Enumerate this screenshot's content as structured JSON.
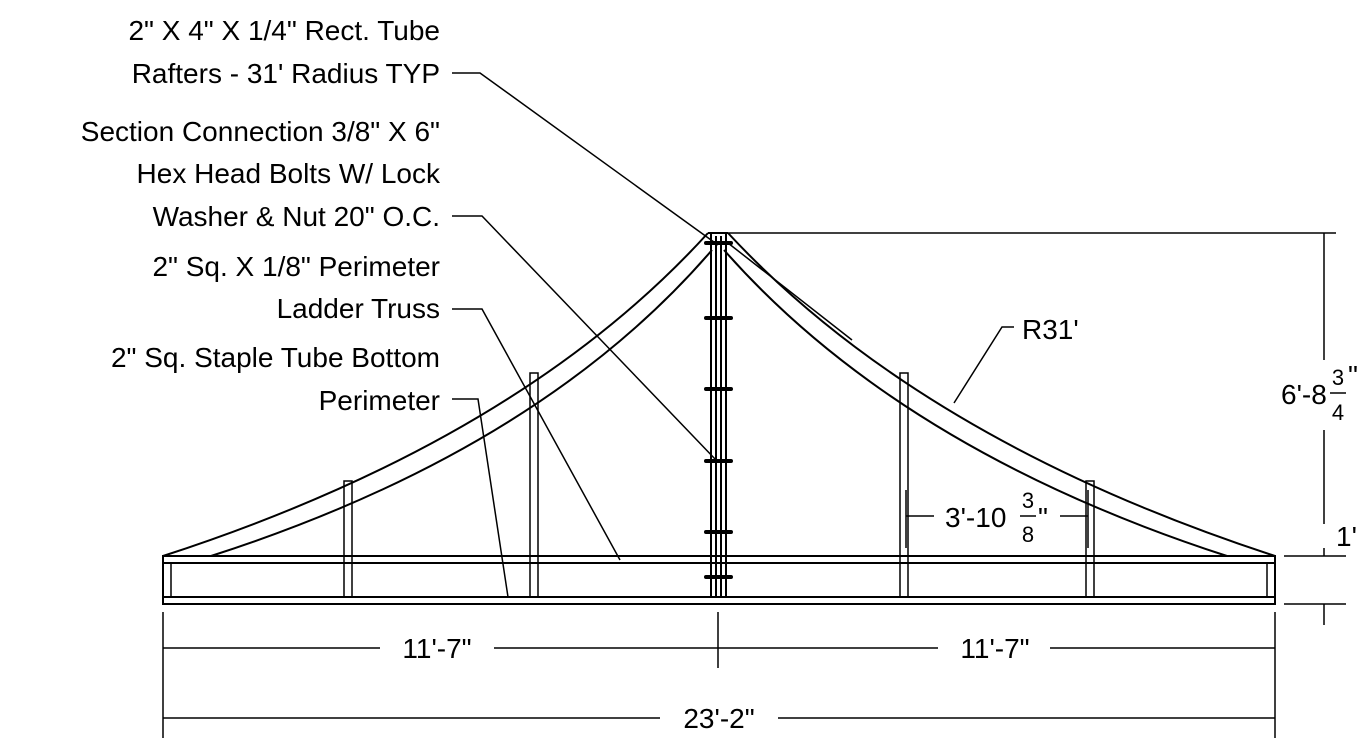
{
  "callouts": {
    "rafters": {
      "line1": "2\" X 4\" X 1/4\" Rect. Tube",
      "line2": "Rafters - 31' Radius TYP"
    },
    "section_connection": {
      "line1": "Section Connection 3/8\" X 6\"",
      "line2": "Hex Head Bolts W/ Lock",
      "line3": "Washer & Nut 20\" O.C."
    },
    "ladder_truss": {
      "line1": "2\" Sq. X 1/8\"  Perimeter",
      "line2": "Ladder Truss"
    },
    "bottom_perimeter": {
      "line1": "2\" Sq. Staple Tube Bottom",
      "line2": "Perimeter"
    }
  },
  "dimensions": {
    "radius": "R31'",
    "height_whole": "6'-8",
    "height_frac_num": "3",
    "height_frac_den": "4",
    "height_suffix": "\"",
    "base_height": "1'",
    "spacing_whole": "3'-10",
    "spacing_frac_num": "3",
    "spacing_frac_den": "8",
    "spacing_suffix": "\"",
    "half_left": "11'-7\"",
    "half_right": "11'-7\"",
    "overall": "23'-2\""
  }
}
